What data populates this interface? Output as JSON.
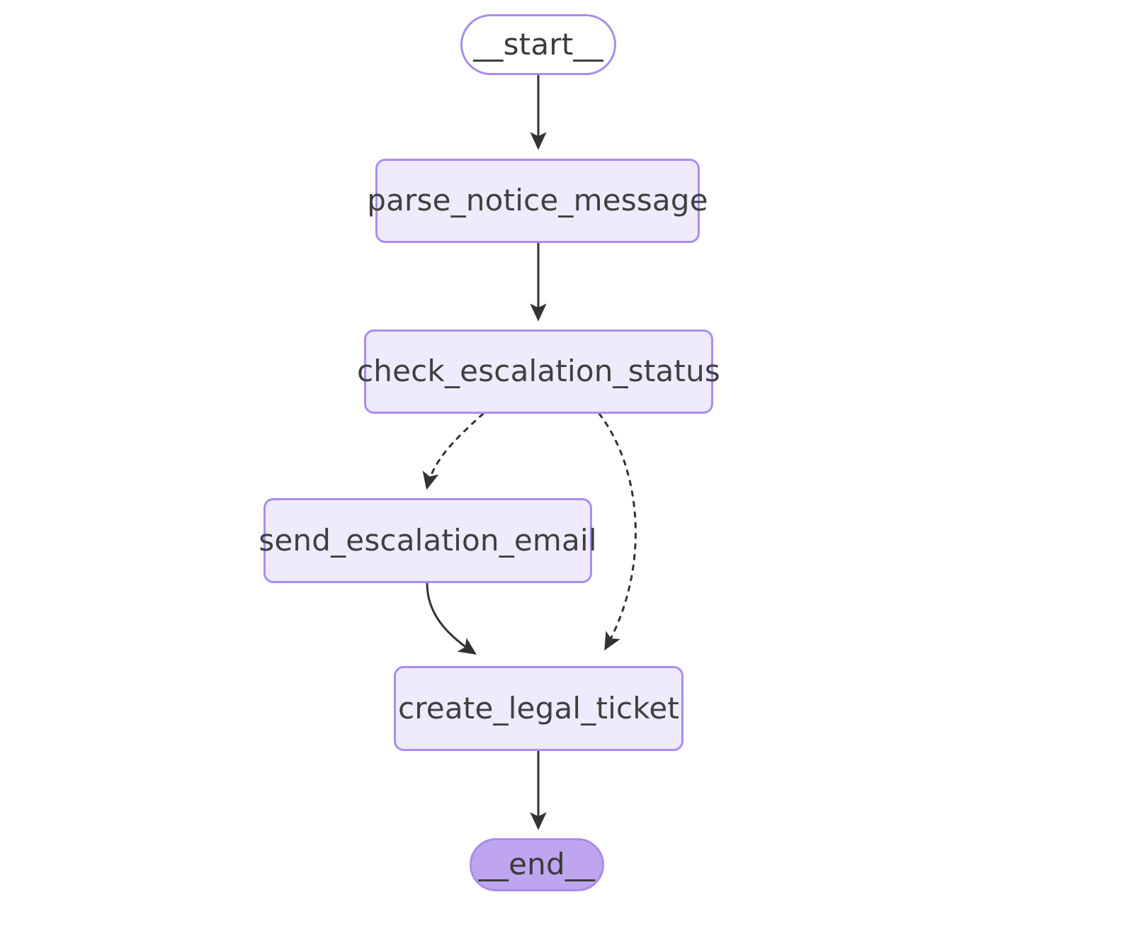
{
  "graph": {
    "title": "langgraph-state-graph",
    "background_color": "#ffffff",
    "nodes": [
      {
        "id": "start",
        "label": "__start__",
        "shape": "pill",
        "kind": "terminal",
        "fill": "#ffffff",
        "stroke": "#a98ce8",
        "text_color": "#3a3a3a"
      },
      {
        "id": "parse_notice_message",
        "label": "parse_notice_message",
        "shape": "rounded-rect",
        "kind": "process",
        "fill": "#efeafc",
        "stroke": "#ab8cf0",
        "text_color": "#3f3f3f"
      },
      {
        "id": "check_escalation_status",
        "label": "check_escalation_status",
        "shape": "rounded-rect",
        "kind": "process",
        "fill": "#efeafc",
        "stroke": "#ab8cf0",
        "text_color": "#3f3f3f"
      },
      {
        "id": "send_escalation_email",
        "label": "send_escalation_email",
        "shape": "rounded-rect",
        "kind": "process",
        "fill": "#efeafc",
        "stroke": "#ab8cf0",
        "text_color": "#3f3f3f"
      },
      {
        "id": "create_legal_ticket",
        "label": "create_legal_ticket",
        "shape": "rounded-rect",
        "kind": "process",
        "fill": "#efeafc",
        "stroke": "#ab8cf0",
        "text_color": "#3f3f3f"
      },
      {
        "id": "end",
        "label": "__end__",
        "shape": "pill",
        "kind": "terminal",
        "fill": "#bfa5f0",
        "stroke": "#a98ce8",
        "text_color": "#3a3a3a"
      }
    ],
    "edges": [
      {
        "id": "start-to-parse",
        "from": "start",
        "to": "parse_notice_message",
        "style": "solid",
        "label": "",
        "stroke": "#333333"
      },
      {
        "id": "parse-to-check",
        "from": "parse_notice_message",
        "to": "check_escalation_status",
        "style": "solid",
        "label": "",
        "stroke": "#333333"
      },
      {
        "id": "check-to-send",
        "from": "check_escalation_status",
        "to": "send_escalation_email",
        "style": "dashed",
        "label": "",
        "stroke": "#333333"
      },
      {
        "id": "check-to-create",
        "from": "check_escalation_status",
        "to": "create_legal_ticket",
        "style": "dashed",
        "label": "",
        "stroke": "#333333"
      },
      {
        "id": "send-to-create",
        "from": "send_escalation_email",
        "to": "create_legal_ticket",
        "style": "solid",
        "label": "",
        "stroke": "#333333"
      },
      {
        "id": "create-to-end",
        "from": "create_legal_ticket",
        "to": "end",
        "style": "solid",
        "label": "",
        "stroke": "#333333"
      }
    ]
  }
}
